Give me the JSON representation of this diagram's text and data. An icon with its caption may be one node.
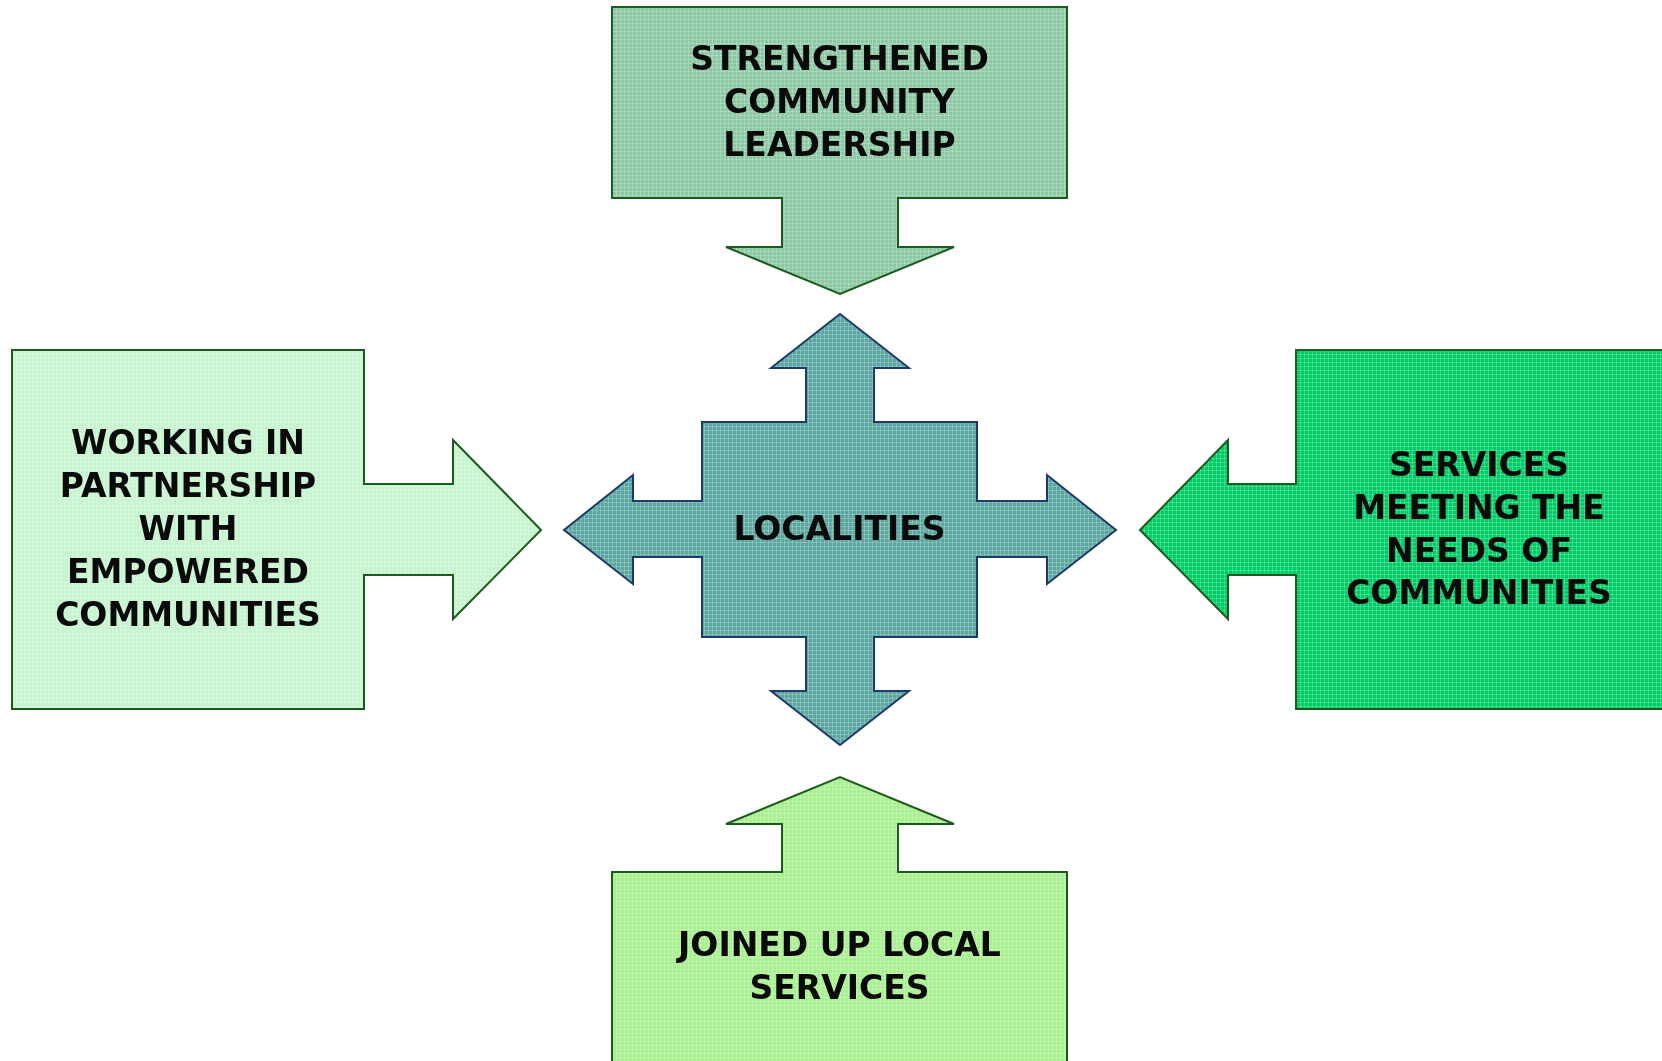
{
  "diagram": {
    "nodes": [
      {
        "text": [
          "STRENGTHENED COMMUNITY LEADERSHIP"
        ]
      },
      {
        "text": [
          "WORKING IN PARTNERSHIP WITH EMPOWERED COMMUNITIES"
        ]
      },
      {
        "text": [
          "LOCALITIES"
        ]
      },
      {
        "text": [
          "SERVICES MEETING THE NEEDS OF COMMUNITIES"
        ]
      },
      {
        "text": [
          "JOINED UP LOCAL SERVICES"
        ]
      }
    ]
  }
}
